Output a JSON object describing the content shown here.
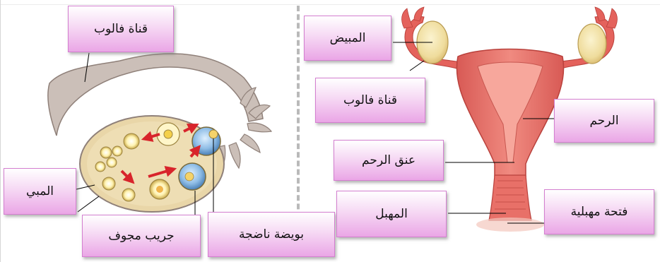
{
  "left_panel": {
    "labels": {
      "fallopian_tube": "قناة فالوب",
      "ovary_partial": "المبي",
      "hollow_follicle": "جريب مجوف",
      "mature_ovum": "بويضة ناضجة"
    }
  },
  "right_panel": {
    "labels": {
      "ovary": "المبيض",
      "fallopian_tube": "قناة فالوب",
      "uterus": "الرحم",
      "cervix": "عنق الرحم",
      "vagina": "المهبل",
      "vaginal_opening": "فتحة مهبلية"
    }
  },
  "colors": {
    "label_fill_top": "#ffffff",
    "label_fill_bottom": "#eaa6e6",
    "label_border": "#d47fd0",
    "divider": "#b9b9b9",
    "uterus_pink": "#e9776f",
    "ovary_yellow": "#f1e2a6",
    "tissue_grey": "#c9beb7",
    "arrow_red": "#d8242b"
  }
}
